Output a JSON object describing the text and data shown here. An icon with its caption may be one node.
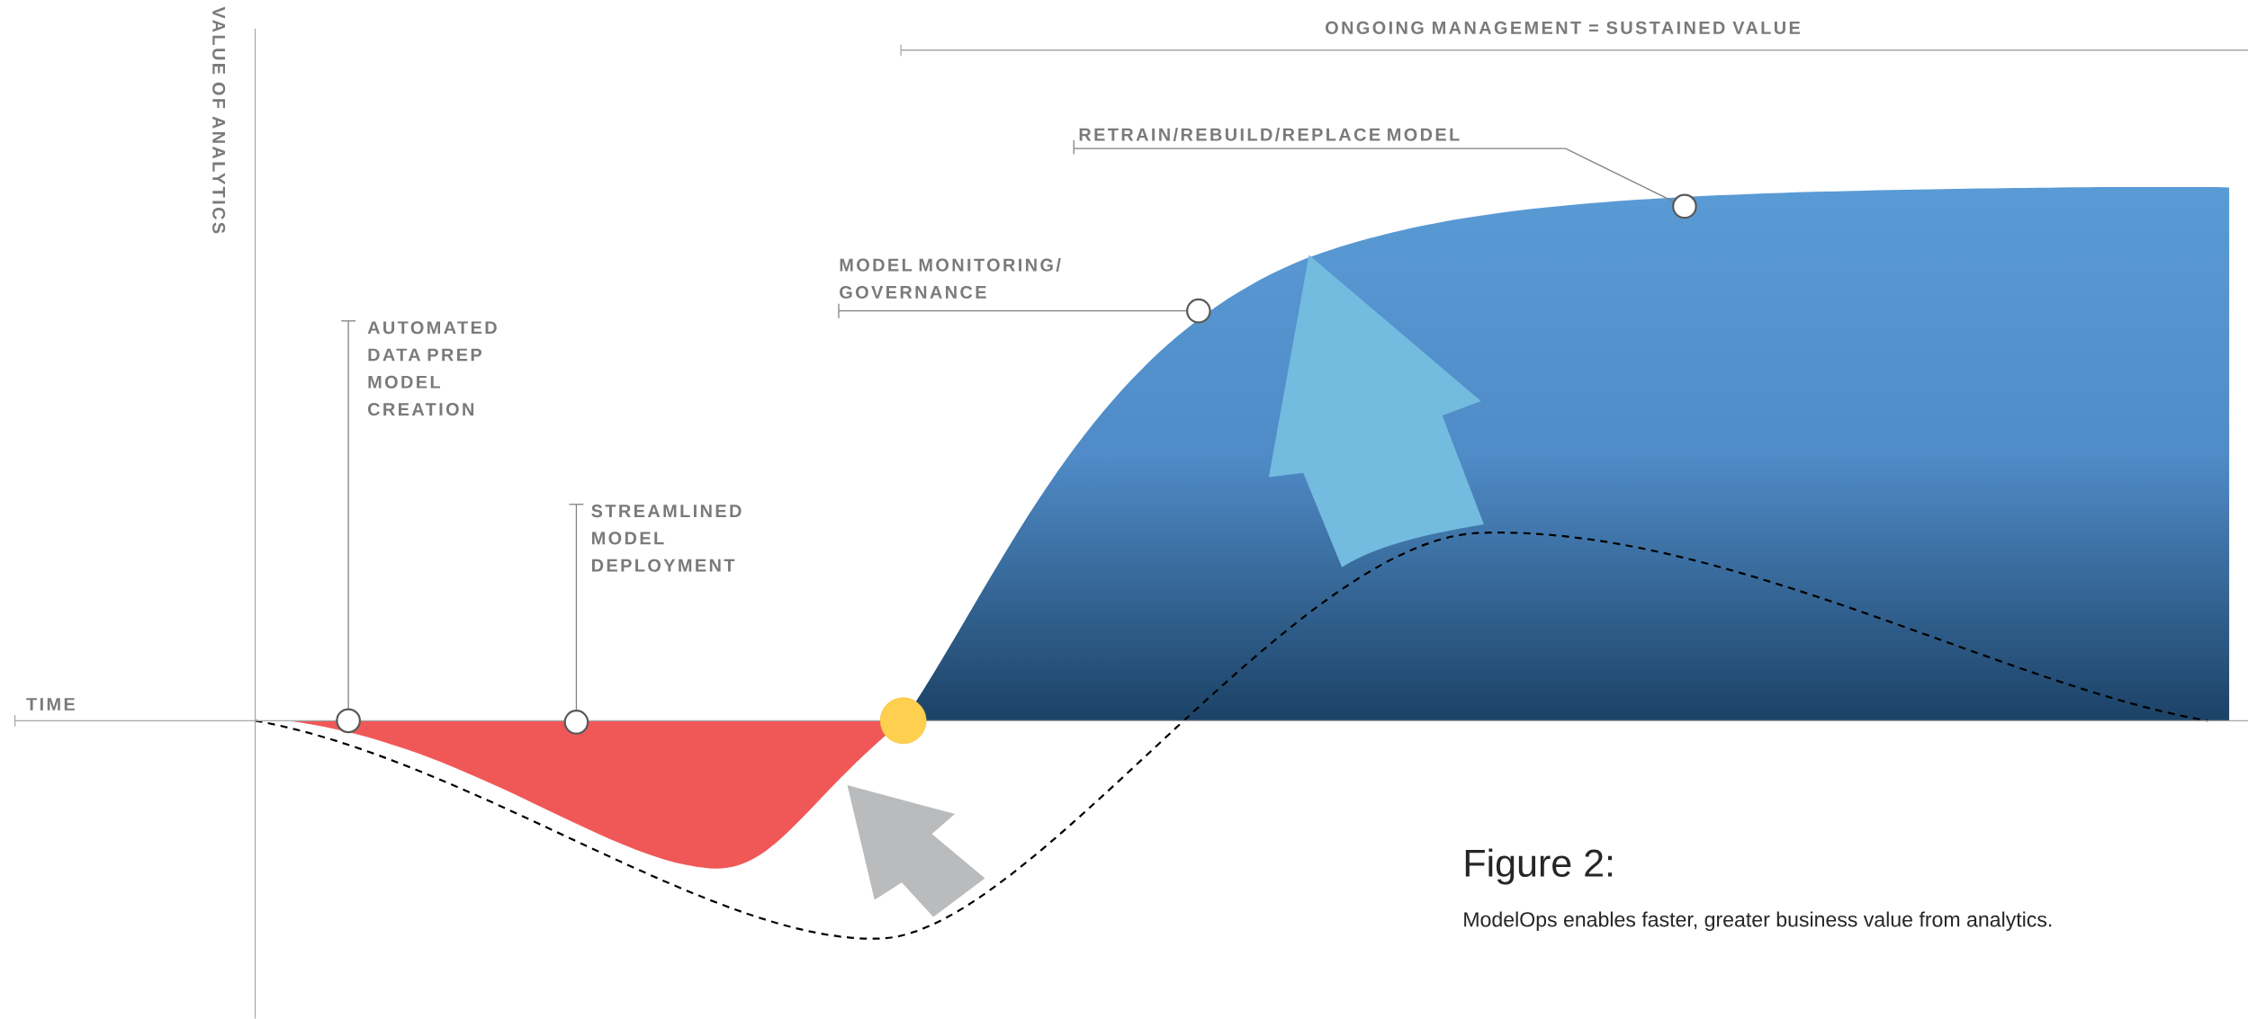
{
  "diagram": {
    "title": "Figure 2:",
    "caption": "ModelOps enables faster, greater business value from analytics.",
    "nodes": [
      {
        "text": [
          "AUTOMATED DATA PREP MODEL CREATION"
        ]
      },
      {
        "text": [],
        "shape": "circle"
      },
      {
        "text": [
          "STREAMLINED MODEL DEPLOYMENT"
        ]
      },
      {
        "text": [],
        "shape": "circle"
      },
      {
        "text": [],
        "shape": "circle"
      },
      {
        "text": [
          "MODEL MONITORING/ GOVERNANCE"
        ]
      },
      {
        "text": [],
        "shape": "circle"
      },
      {
        "text": [
          "RETRAIN/REBUILD/REPLACE MODEL"
        ]
      },
      {
        "text": [],
        "shape": "circle"
      }
    ],
    "edges": [
      {
        "from": 0,
        "to": 1,
        "arrow": "none"
      },
      {
        "from": 2,
        "to": 3,
        "arrow": "none"
      },
      {
        "from": 5,
        "to": 6,
        "arrow": "none"
      },
      {
        "from": 7,
        "to": 8,
        "arrow": "none"
      }
    ],
    "labels": [
      "ONGOING MANAGEMENT = SUSTAINED VALUE",
      "VALUE OF ANALYTICS",
      "TIME"
    ]
  }
}
